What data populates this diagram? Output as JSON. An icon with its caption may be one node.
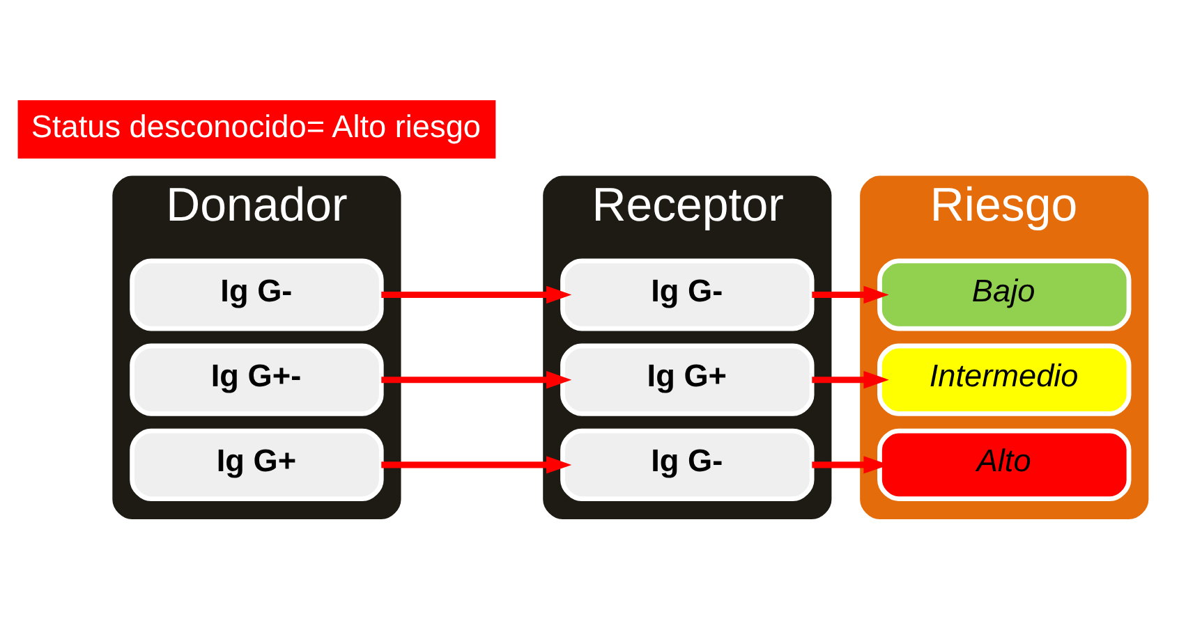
{
  "diagram": {
    "nodes": [
      {
        "text": [
          "Donador"
        ]
      },
      {
        "text": [
          "Ig G+"
        ],
        "in": 0
      },
      {
        "text": [
          "Ig G+-"
        ],
        "in": 0
      },
      {
        "text": [
          "Ig G-"
        ],
        "in": 0
      },
      {
        "text": [
          "Receptor"
        ]
      },
      {
        "text": [
          "Ig G-"
        ],
        "in": 4
      },
      {
        "text": [
          "Ig G+"
        ],
        "in": 4
      },
      {
        "text": [
          "Ig G-"
        ],
        "in": 4
      },
      {
        "text": [
          "Riesgo"
        ]
      },
      {
        "text": [
          "Alto"
        ],
        "in": 8
      },
      {
        "text": [
          "Intermedio"
        ],
        "in": 8
      },
      {
        "text": [
          "Bajo"
        ],
        "in": 8
      },
      {
        "text": [
          "Status desconocido= Alto riesgo"
        ]
      }
    ],
    "edges": [
      {
        "from": 1,
        "to": 5,
        "arrow": "to"
      },
      {
        "from": 2,
        "to": 6,
        "arrow": "to"
      },
      {
        "from": 3,
        "to": 7,
        "arrow": "to"
      },
      {
        "from": 5,
        "to": 9,
        "arrow": "to"
      },
      {
        "from": 6,
        "to": 10,
        "arrow": "to"
      },
      {
        "from": 7,
        "to": 11,
        "arrow": "to"
      }
    ]
  }
}
